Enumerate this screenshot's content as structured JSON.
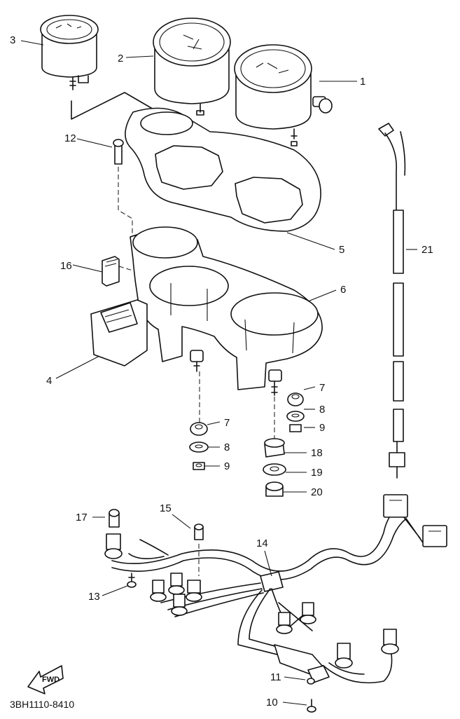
{
  "diagram": {
    "part_code": "3BH1110-8410",
    "direction_label": "FWD",
    "callouts": {
      "c1": "1",
      "c2": "2",
      "c3": "3",
      "c4": "4",
      "c5": "5",
      "c6": "6",
      "c7a": "7",
      "c7b": "7",
      "c8a": "8",
      "c8b": "8",
      "c9a": "9",
      "c9b": "9",
      "c10": "10",
      "c11": "11",
      "c12": "12",
      "c13": "13",
      "c14": "14",
      "c15": "15",
      "c16": "16",
      "c17": "17",
      "c18": "18",
      "c19": "19",
      "c20": "20",
      "c21": "21"
    }
  }
}
